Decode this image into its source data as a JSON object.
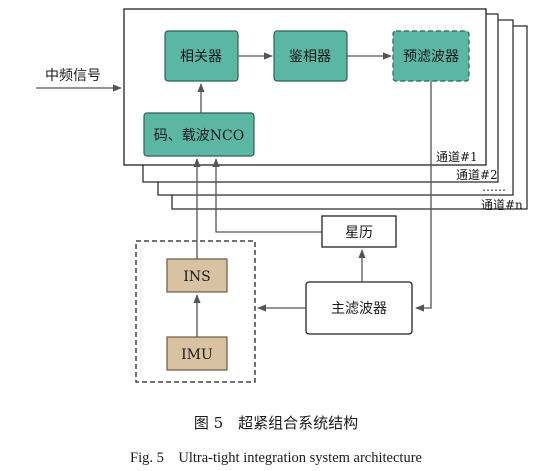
{
  "diagram": {
    "input_label": "中频信号",
    "blocks": {
      "correlator": "相关器",
      "discriminator": "鉴相器",
      "prefilter": "预滤波器",
      "nco": "码、载波NCO",
      "ephemeris": "星历",
      "master_filter": "主滤波器",
      "ins": "INS",
      "imu": "IMU"
    },
    "channels": [
      "通道#1",
      "通道#2",
      "……",
      "通道#n"
    ],
    "colors": {
      "track_block": "#5bb7a3",
      "ins_block": "#d9c2a1",
      "line": "#555555"
    }
  },
  "caption": {
    "cn": "图 5　超紧组合系统结构",
    "en": "Fig. 5　Ultra-tight integration system architecture"
  }
}
